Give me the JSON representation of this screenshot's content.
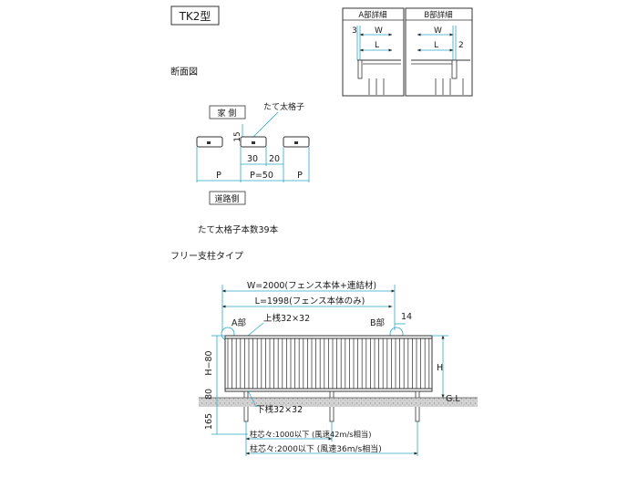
{
  "title": "TK2型",
  "detail_a": {
    "title": "A部詳細",
    "dim_3": "3",
    "dim_w": "W",
    "dim_l": "L"
  },
  "detail_b": {
    "title": "B部詳細",
    "dim_w": "W",
    "dim_l": "L",
    "dim_2": "2"
  },
  "section": {
    "title": "断面図",
    "house_side": "家 側",
    "road_side": "道路側",
    "slat_label": "たて太格子",
    "dim_15": "15",
    "dim_30": "30",
    "dim_20": "20",
    "p_left": "P",
    "p_mid": "P=50",
    "p_right": "P",
    "slat_count": "たて太格子本数39本"
  },
  "elevation": {
    "title": "フリー支柱タイプ",
    "w_label": "W=2000(フェンス本体+連結材)",
    "l_label": "L=1998(フェンス本体のみ)",
    "a_part": "A部",
    "b_part": "B部",
    "top_rail": "上桟32×32",
    "bottom_rail": "下桟32×32",
    "dim_14": "14",
    "h80": "H−80",
    "dim_80": "80",
    "dim_165": "165",
    "h": "H",
    "gl": "G.L",
    "post_1": "柱芯々:1000以下 (風速42m/s相当)",
    "post_2": "柱芯々:2000以下 (風速36m/s相当)"
  }
}
